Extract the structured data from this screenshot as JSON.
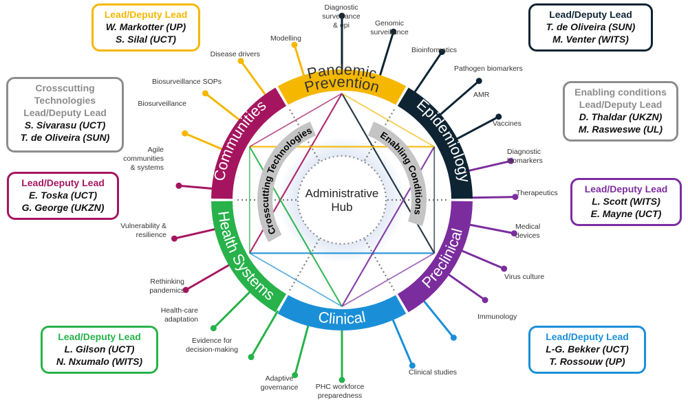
{
  "segments": [
    {
      "id": "pandemic",
      "label": [
        "Pandemic",
        "Prevention"
      ],
      "color": "#F5B700",
      "text_color": "#333333"
    },
    {
      "id": "epidemiology",
      "label": [
        "Epidemiology"
      ],
      "color": "#0E2433",
      "text_color": "#ffffff"
    },
    {
      "id": "preclinical",
      "label": [
        "Preclinical"
      ],
      "color": "#7B2D9E",
      "text_color": "#ffffff"
    },
    {
      "id": "clinical",
      "label": [
        "Clinical"
      ],
      "color": "#1A8FD8",
      "text_color": "#ffffff"
    },
    {
      "id": "health",
      "label": [
        "Health Systems"
      ],
      "color": "#27B24A",
      "text_color": "#ffffff"
    },
    {
      "id": "communities",
      "label": [
        "Communities"
      ],
      "color": "#A5155F",
      "text_color": "#ffffff"
    }
  ],
  "spokes": [
    {
      "lines": [
        "Diagnostic",
        "surveillance",
        "& epi"
      ],
      "color": "#0E2433"
    },
    {
      "lines": [
        "Genomic",
        "surveillance"
      ],
      "color": "#0E2433"
    },
    {
      "lines": [
        "Bioinformatics"
      ],
      "color": "#0E2433"
    },
    {
      "lines": [
        "Pathogen biomarkers"
      ],
      "color": "#0E2433"
    },
    {
      "lines": [
        "AMR"
      ],
      "color": "#0E2433"
    },
    {
      "lines": [
        "Vaccines"
      ],
      "color": "#7B2D9E"
    },
    {
      "lines": [
        "Diagnostic",
        "biomarkers"
      ],
      "color": "#7B2D9E"
    },
    {
      "lines": [
        "Therapeutics"
      ],
      "color": "#7B2D9E"
    },
    {
      "lines": [
        "Medical",
        "devices"
      ],
      "color": "#7B2D9E"
    },
    {
      "lines": [
        "Virus culture"
      ],
      "color": "#7B2D9E"
    },
    {
      "lines": [
        "Immunology"
      ],
      "color": "#1A8FD8"
    },
    {
      "lines": [
        "Clinical studies"
      ],
      "color": "#1A8FD8"
    },
    {
      "lines": [
        "PHC workforce",
        "preparedness"
      ],
      "color": "#27B24A"
    },
    {
      "lines": [
        "Adaptive",
        "governance"
      ],
      "color": "#27B24A"
    },
    {
      "lines": [
        "Evidence for",
        "decision-making"
      ],
      "color": "#27B24A"
    },
    {
      "lines": [
        "Health-care",
        "adaptation"
      ],
      "color": "#27B24A"
    },
    {
      "lines": [
        "Rethinking",
        "pandemics"
      ],
      "color": "#A5155F"
    },
    {
      "lines": [
        "Vulnerability &",
        "resilience"
      ],
      "color": "#A5155F"
    },
    {
      "lines": [
        "Agile",
        "communities",
        "& systems"
      ],
      "color": "#A5155F"
    },
    {
      "lines": [
        "Biosurveillance"
      ],
      "color": "#F5B700"
    },
    {
      "lines": [
        "Biosurveillance SOPs"
      ],
      "color": "#F5B700"
    },
    {
      "lines": [
        "Disease drivers"
      ],
      "color": "#F5B700"
    },
    {
      "lines": [
        "Modelling"
      ],
      "color": "#F5B700"
    }
  ],
  "hub": {
    "lines": [
      "Administrative",
      "Hub"
    ]
  },
  "bands": {
    "left": "Crosscutting Technologies",
    "right": "Enabling Conditions"
  },
  "boxes": {
    "pandemic": {
      "heading": [
        "Lead/Deputy Lead"
      ],
      "names": [
        "W. Markotter  (UP)",
        "S. Silal (UCT)"
      ],
      "border": "#F5B700",
      "heading_color": "#F5B700"
    },
    "epidemiology": {
      "heading": [
        "Lead/Deputy Lead"
      ],
      "names": [
        "T. de Oliveira  (SUN)",
        "M. Venter  (WITS)"
      ],
      "border": "#0E2433",
      "heading_color": "#0E2433"
    },
    "crosscutting": {
      "heading": [
        "Crosscutting",
        "Technologies",
        "Lead/Deputy Lead"
      ],
      "names": [
        "S. Sivarasu (UCT)",
        "T. de Oliveira (SUN)"
      ],
      "border": "#8C8C8C",
      "heading_color": "#8C8C8C"
    },
    "enabling": {
      "heading": [
        "Enabling conditions",
        "Lead/Deputy Lead"
      ],
      "names": [
        "D. Thaldar (UKZN)",
        "M. Rasweswe (UL)"
      ],
      "border": "#8C8C8C",
      "heading_color": "#8C8C8C"
    },
    "communities": {
      "heading": [
        "Lead/Deputy Lead"
      ],
      "names": [
        "E. Toska (UCT)",
        "G. George (UKZN)"
      ],
      "border": "#A5155F",
      "heading_color": "#A5155F"
    },
    "preclinical": {
      "heading": [
        "Lead/Deputy Lead"
      ],
      "names": [
        "L. Scott  (WITS)",
        "E. Mayne (UCT)"
      ],
      "border": "#7B2D9E",
      "heading_color": "#7B2D9E"
    },
    "health": {
      "heading": [
        "Lead/Deputy Lead"
      ],
      "names": [
        "L. Gilson (UCT)",
        "N. Nxumalo (WITS)"
      ],
      "border": "#27B24A",
      "heading_color": "#27B24A"
    },
    "clinical": {
      "heading": [
        "Lead/Deputy Lead"
      ],
      "names": [
        "L-G. Bekker  (UCT)",
        "T. Rossouw (UP)"
      ],
      "border": "#1A8FD8",
      "heading_color": "#1A8FD8"
    }
  }
}
